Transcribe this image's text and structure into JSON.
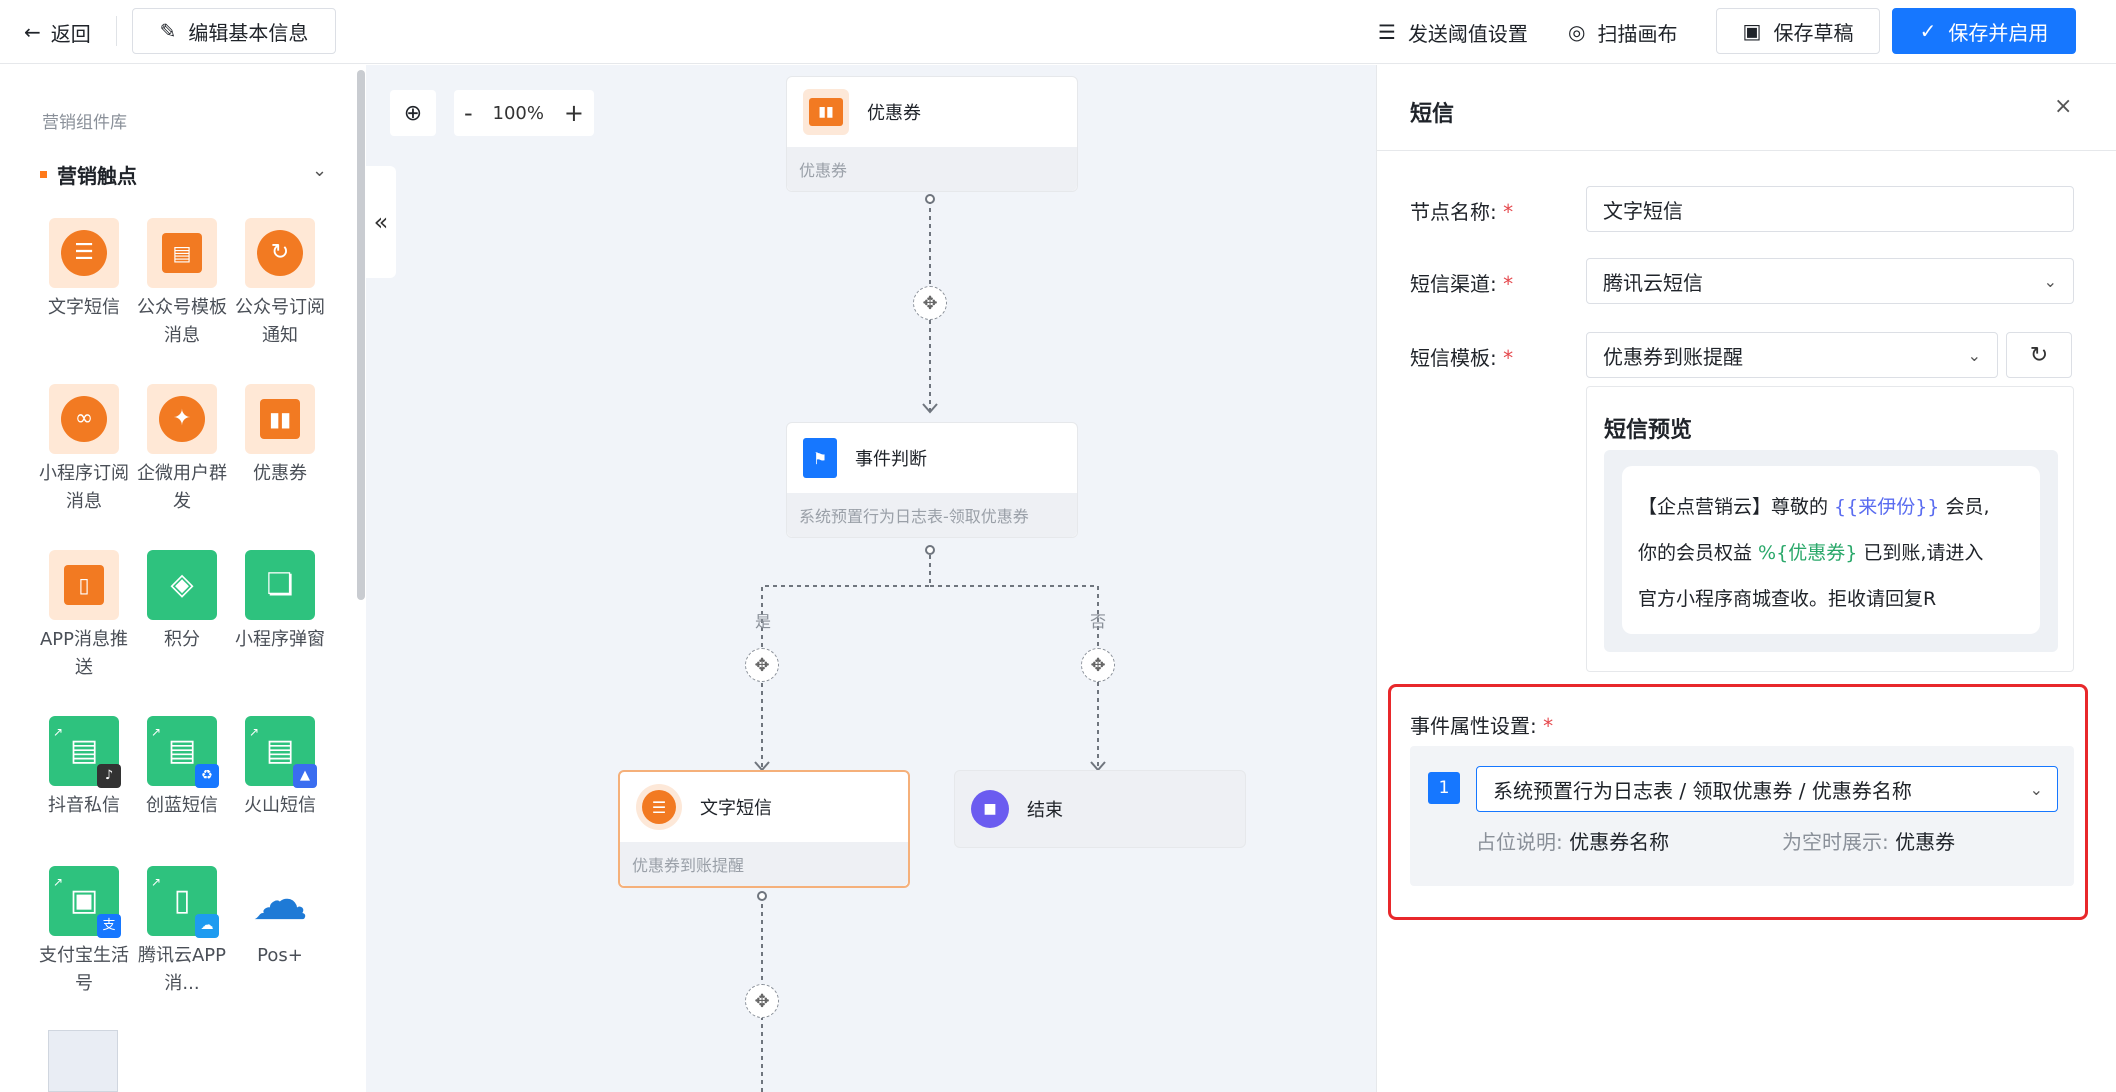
{
  "topbar": {
    "back_label": "返回",
    "edit_label": "编辑基本信息",
    "threshold_label": "发送阈值设置",
    "scan_label": "扫描画布",
    "save_draft_label": "保存草稿",
    "save_enable_label": "保存并启用"
  },
  "sidebar": {
    "library_title": "营销组件库",
    "section_title": "营销触点",
    "components": [
      {
        "label": "文字短信",
        "icon": "sms-icon"
      },
      {
        "label": "公众号模板消息",
        "icon": "template-message-icon"
      },
      {
        "label": "公众号订阅通知",
        "icon": "subscribe-notice-icon"
      },
      {
        "label": "小程序订阅消息",
        "icon": "miniprogram-subscribe-icon"
      },
      {
        "label": "企微用户群发",
        "icon": "wecom-broadcast-icon"
      },
      {
        "label": "优惠券",
        "icon": "coupon-icon"
      },
      {
        "label": "APP消息推送",
        "icon": "app-push-icon"
      },
      {
        "label": "积分",
        "icon": "points-icon"
      },
      {
        "label": "小程序弹窗",
        "icon": "miniprogram-popup-icon"
      },
      {
        "label": "抖音私信",
        "icon": "douyin-message-icon"
      },
      {
        "label": "创蓝短信",
        "icon": "chuanglan-sms-icon"
      },
      {
        "label": "火山短信",
        "icon": "volcano-sms-icon"
      },
      {
        "label": "支付宝生活号",
        "icon": "alipay-life-icon"
      },
      {
        "label": "腾讯云APP消...",
        "icon": "tencent-app-message-icon"
      },
      {
        "label": "Pos+",
        "icon": "cloud-icon"
      }
    ]
  },
  "canvas": {
    "zoom": "100%",
    "nodes": {
      "coupon": {
        "title": "优惠券",
        "desc": "优惠券"
      },
      "event": {
        "title": "事件判断",
        "desc": "系统预置行为日志表-领取优惠券"
      },
      "sms": {
        "title": "文字短信",
        "desc": "优惠券到账提醒"
      },
      "end": {
        "title": "结束"
      }
    },
    "branch_yes": "是",
    "branch_no": "否"
  },
  "panel": {
    "title": "短信",
    "node_name_label": "节点名称:",
    "node_name_value": "文字短信",
    "channel_label": "短信渠道:",
    "channel_value": "腾讯云短信",
    "template_label": "短信模板:",
    "template_value": "优惠券到账提醒",
    "preview_title": "短信预览",
    "preview": {
      "p1": "【企点营销云】尊敬的 ",
      "var1": "{{来伊份}}",
      "p2": " 会员,",
      "p3": "你的会员权益 ",
      "var2": "%{优惠券}",
      "p4": " 已到账,请进入",
      "p5": "官方小程序商城查收。拒收请回复R"
    },
    "event_label": "事件属性设置:",
    "event_index": "1",
    "event_value": "系统预置行为日志表 / 领取优惠券 / 优惠券名称",
    "placeholder_key": "占位说明:",
    "placeholder_val": "优惠券名称",
    "empty_key": "为空时展示:",
    "empty_val": "优惠券"
  },
  "colors": {
    "primary": "#1677ff",
    "orange": "#f27a22",
    "green": "#2ec27e",
    "highlight_red": "#e8282b"
  }
}
